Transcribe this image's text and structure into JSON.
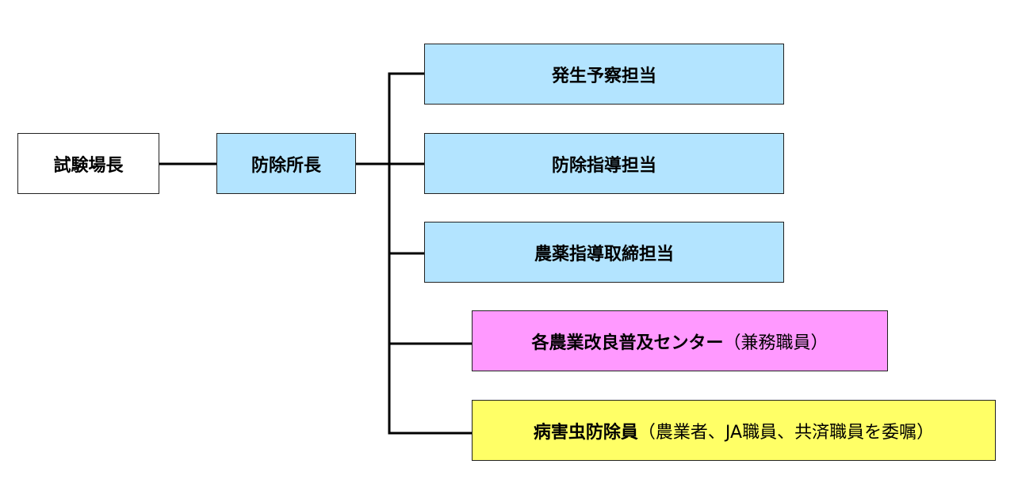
{
  "org_chart": {
    "director": {
      "label": "試験場長"
    },
    "chief": {
      "label": "防除所長"
    },
    "units": {
      "forecast": {
        "label": "発生予察担当"
      },
      "guidance": {
        "label": "防除指導担当"
      },
      "pesticide": {
        "label": "農薬指導取締担当"
      },
      "extension": {
        "label": "各農業改良普及センター",
        "note": "（兼務職員）"
      },
      "volunteer": {
        "label": "病害虫防除員",
        "note": "（農業者、JA職員、共済職員を委嘱）"
      }
    }
  },
  "colors": {
    "director_fill": "#ffffff",
    "staff_fill": "#b3e4ff",
    "extension_fill": "#ff99ff",
    "volunteer_fill": "#ffff66",
    "connector": "#000000"
  }
}
